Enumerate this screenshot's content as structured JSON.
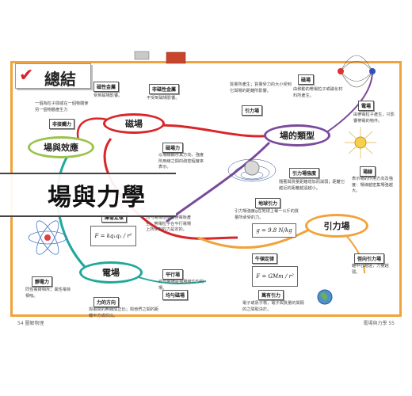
{
  "summary_title": "總結",
  "banner_title": "場與力學",
  "nodes": {
    "magnetic_field": "磁場",
    "field_effect": "場與效應",
    "field_types": "場的類型",
    "electric_field": "電場",
    "gravity_field": "引力場"
  },
  "labels": {
    "magnetic_material": "磁性金屬",
    "nonmagnetic_material": "非磁性金屬",
    "noncontact_force": "非接觸力",
    "magnetic_field_lines": "磁場力",
    "gravity_force": "引力場",
    "magnetism": "磁場",
    "electric_field_lines": "電場",
    "field_lines": "場線",
    "gravity_strength": "引力場強度",
    "g_on_earth": "地球引力",
    "coulomb": "庫侖定律",
    "static": "靜電力",
    "force_direction": "力的方向",
    "parallel": "平行場",
    "uniform": "均勻磁場",
    "newton": "牛頓定律",
    "universal": "萬有引力",
    "radial": "徑向引力場"
  },
  "notes": {
    "noncontact": "一個為粒子間或在一個物體使另一個物體產生力",
    "magnetic_affect": "受到磁場影響。",
    "nonmagnetic_affect": "不受到磁場影響。",
    "field_line_desc": "以場線顯示其方向，強度則用線之間的疏密程度來表示。",
    "type_desc": "質量所產生；質量受力的大小受到它與場的距離所影響。",
    "magnetism_desc": "由移動的帶電粒子或磁化材料所產生。",
    "electric_desc": "由帶電粒子產生，只影響帶電的物件。",
    "field_line_desc2": "表示場的作用方向及強度：場線越密集場強越大。",
    "strength_desc": "隨著與質量距離增加而減弱；距離它越近的距離越遠越小。",
    "g_desc": "引力場強度g在地球上每一公斤的質量所承受的力。",
    "static_desc": "同性電荷相斥；異性電荷相吸。",
    "force_dir_desc": "與電荷的無線成正比；與他們之間的距離平方成反比。",
    "uniform_desc": "均勻電場在兩個帶電板產生：帶電粒子在平行電場上所受到的力是定的。",
    "parallel_desc": "均勻電場是指場線均勻的場。",
    "universal_desc": "電子或原子核，電子與質量的間隔的之間取決於。",
    "radial_desc": "離中心越遠，力量越弱。"
  },
  "formulas": {
    "coulomb": "F = kq₁q₂ / r²",
    "gravity_g": "g = 9.8 N/kg",
    "newton": "F = GMm / r²"
  },
  "footer": {
    "left": "54 圖解物理",
    "right": "電場與力學 55"
  },
  "colors": {
    "frame": "#f2a23a",
    "magnetic": "#d8262a",
    "field_effect": "#9bc34a",
    "field_types": "#7a4a9a",
    "electric": "#20a89a",
    "gravity": "#f2a23a"
  }
}
